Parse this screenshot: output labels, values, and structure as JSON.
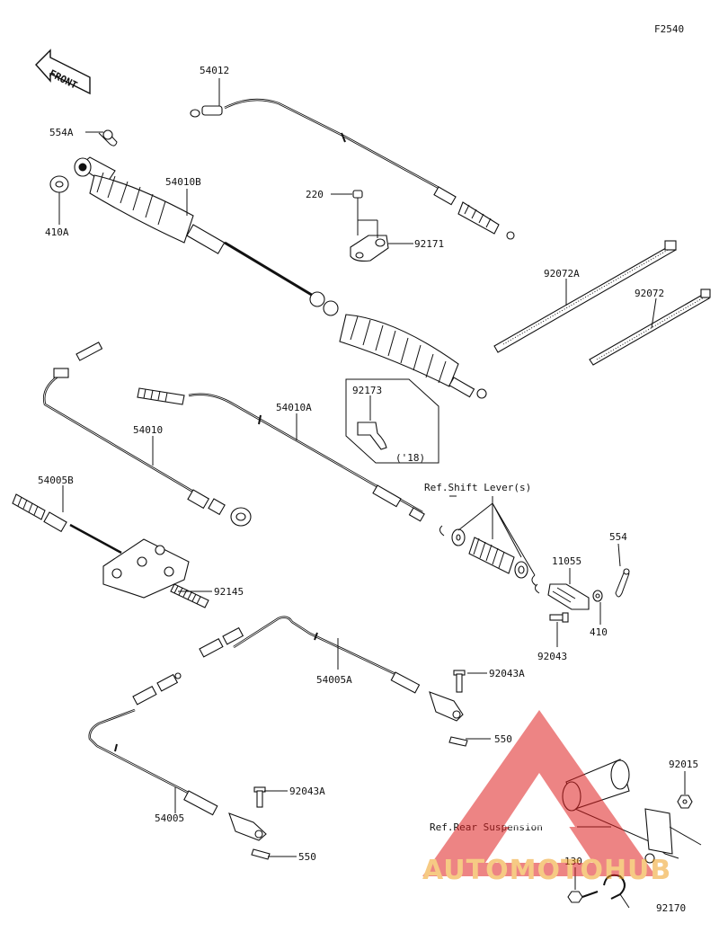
{
  "figure_code": "F2540",
  "front_label": "FRONT",
  "labels": {
    "p54012": "54012",
    "p554A": "554A",
    "p410A": "410A",
    "p54010B": "54010B",
    "p220": "220",
    "p92171": "92171",
    "p92072A": "92072A",
    "p92072": "92072",
    "p92173": "92173",
    "p18": "('18)",
    "p54010A": "54010A",
    "p54010": "54010",
    "p54005B": "54005B",
    "pRefShift": "Ref.Shift Lever(s)",
    "p554": "554",
    "p11055": "11055",
    "p92145": "92145",
    "p410": "410",
    "p92043": "92043",
    "p92043A_1": "92043A",
    "p54005A": "54005A",
    "p550_1": "550",
    "p92015": "92015",
    "p92043A_2": "92043A",
    "p54005": "54005",
    "pRefRear": "Ref.Rear Suspension",
    "p550_2": "550",
    "p130": "130",
    "p92170": "92170"
  },
  "watermark": {
    "text": "AUTOMOTOHUB",
    "color_red": "#e02020",
    "color_orange": "#f0a020"
  }
}
